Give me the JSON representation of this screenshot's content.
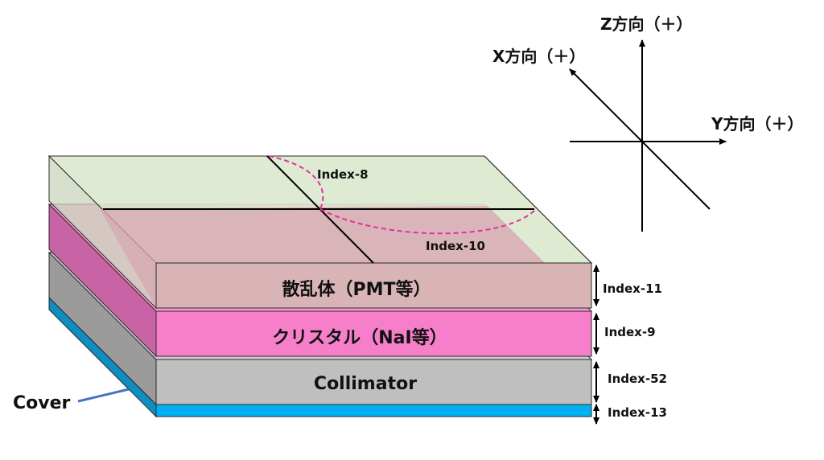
{
  "axes": {
    "z_label": "Z方向（＋）",
    "x_label": "X方向（＋）",
    "y_label": "Y方向（＋）"
  },
  "layers": {
    "scatterer": {
      "label": "散乱体（PMT等）",
      "color": "#dda9b0",
      "top_color": "#dbe8cd",
      "side_color": "#c4cdb8"
    },
    "crystal": {
      "label": "クリスタル（NaI等）",
      "color": "#f77fc9",
      "side_color": "#c863a5"
    },
    "collimator": {
      "label": "Collimator",
      "color": "#bfbfbf",
      "side_color": "#9b9b9b"
    },
    "cover": {
      "label": "Cover",
      "color": "#00b0f0",
      "side_color": "#0d8fc0"
    }
  },
  "indices": {
    "index_8": "Index-8",
    "index_10": "Index-10",
    "index_11": "Index-11",
    "index_9": "Index-9",
    "index_52": "Index-52",
    "index_13": "Index-13"
  },
  "colors": {
    "arc": "#e0329a",
    "leader": "#4472c4",
    "line": "#000000"
  }
}
